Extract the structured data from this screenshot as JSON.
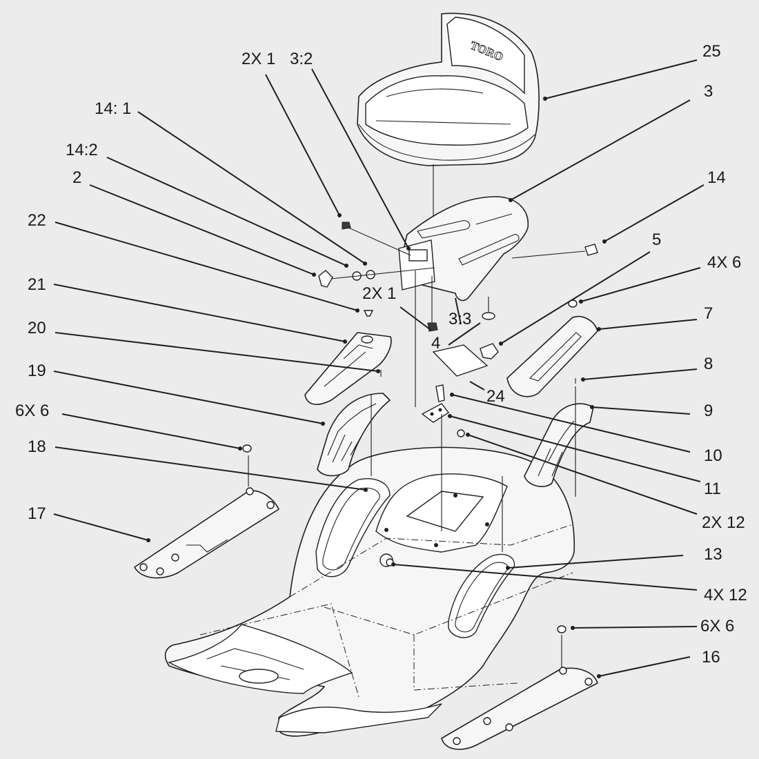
{
  "diagram": {
    "brand_mark": "TORO",
    "callouts": [
      {
        "id": "c-25",
        "text": "25"
      },
      {
        "id": "c-3",
        "text": "3"
      },
      {
        "id": "c-2x1a",
        "text": "2X 1"
      },
      {
        "id": "c-3-2",
        "text": "3:2"
      },
      {
        "id": "c-14-1",
        "text": "14: 1"
      },
      {
        "id": "c-14-2",
        "text": "14:2"
      },
      {
        "id": "c-2",
        "text": "2"
      },
      {
        "id": "c-22",
        "text": "22"
      },
      {
        "id": "c-14",
        "text": "14"
      },
      {
        "id": "c-5",
        "text": "5"
      },
      {
        "id": "c-4x6",
        "text": "4X 6"
      },
      {
        "id": "c-21",
        "text": "21"
      },
      {
        "id": "c-2x1b",
        "text": "2X 1"
      },
      {
        "id": "c-3-3",
        "text": "3:3"
      },
      {
        "id": "c-4",
        "text": "4"
      },
      {
        "id": "c-7",
        "text": "7"
      },
      {
        "id": "c-20",
        "text": "20"
      },
      {
        "id": "c-8",
        "text": "8"
      },
      {
        "id": "c-19",
        "text": "19"
      },
      {
        "id": "c-24",
        "text": "24"
      },
      {
        "id": "c-9",
        "text": "9"
      },
      {
        "id": "c-6x6a",
        "text": "6X 6"
      },
      {
        "id": "c-10",
        "text": "10"
      },
      {
        "id": "c-18",
        "text": "18"
      },
      {
        "id": "c-11",
        "text": "11"
      },
      {
        "id": "c-2x12",
        "text": "2X 12"
      },
      {
        "id": "c-17",
        "text": "17"
      },
      {
        "id": "c-13",
        "text": "13"
      },
      {
        "id": "c-4x12",
        "text": "4X 12"
      },
      {
        "id": "c-6x6b",
        "text": "6X 6"
      },
      {
        "id": "c-16",
        "text": "16"
      }
    ]
  }
}
